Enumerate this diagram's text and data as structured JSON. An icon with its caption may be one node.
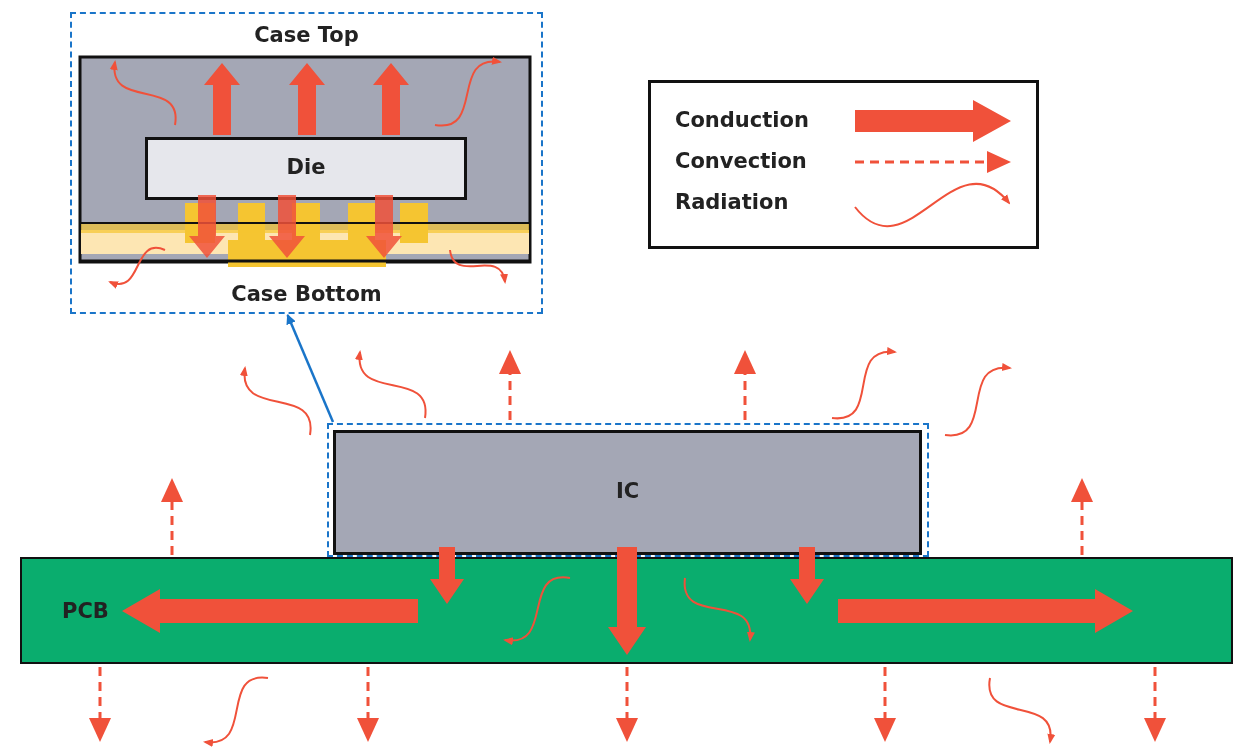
{
  "diagram": {
    "nodes": [
      {
        "text": [
          "Case Top",
          "Case Bottom"
        ]
      },
      {
        "text": [
          "Die"
        ],
        "in": 0
      },
      {
        "text": [
          "PCB"
        ]
      },
      {
        "text": [],
        "shape": "box"
      },
      {
        "text": [
          "IC"
        ],
        "in": 3
      }
    ],
    "edges": [
      {
        "from": 3,
        "to": 0,
        "arrow": "to"
      },
      {
        "from": 4,
        "to": 2,
        "arrow": "to",
        "style": "thick",
        "color": "#f0513a"
      },
      {
        "from": 4,
        "to": 2,
        "arrow": "to",
        "style": "thick",
        "color": "#f0513a"
      },
      {
        "from": 4,
        "to": 2,
        "arrow": "to",
        "style": "thick",
        "color": "#f0513a"
      }
    ],
    "legend": [
      {
        "text": "Conduction"
      },
      {
        "text": "Convection"
      },
      {
        "text": "Radiation"
      }
    ]
  }
}
